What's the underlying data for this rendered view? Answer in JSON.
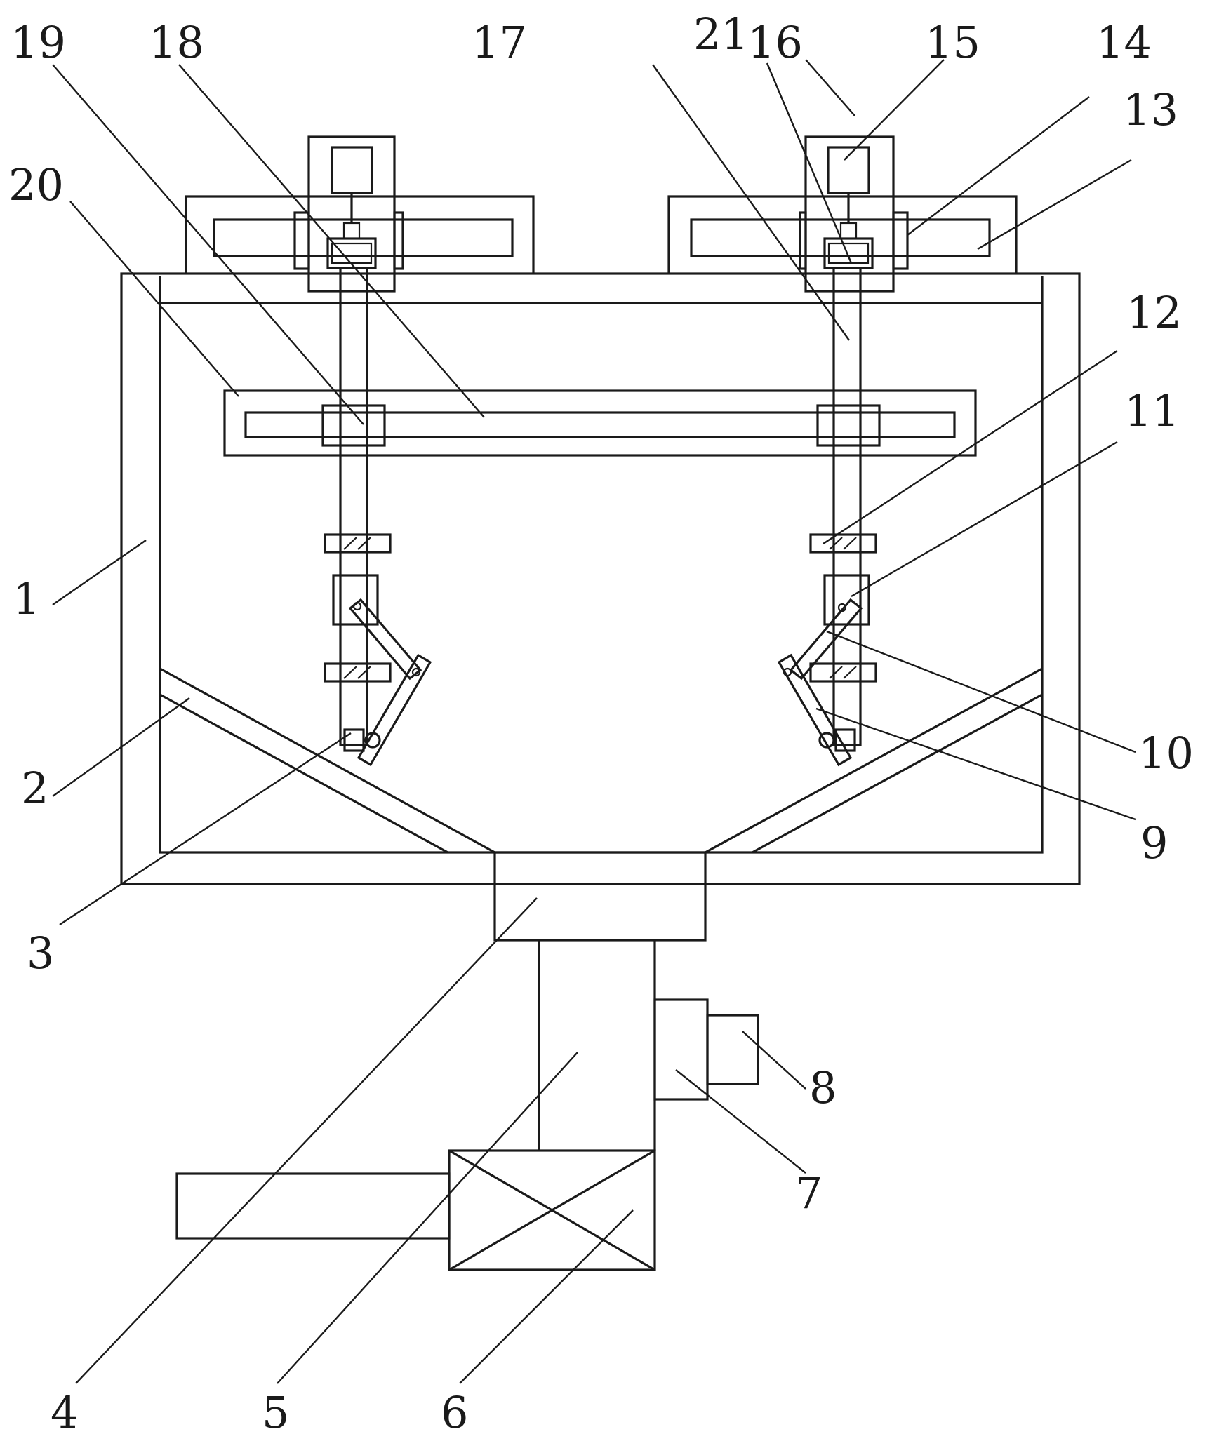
{
  "figure": {
    "description_free": true,
    "callouts": [
      {
        "id": "c1",
        "label": "1"
      },
      {
        "id": "c2",
        "label": "2"
      },
      {
        "id": "c3",
        "label": "3"
      },
      {
        "id": "c4",
        "label": "4"
      },
      {
        "id": "c5",
        "label": "5"
      },
      {
        "id": "c6",
        "label": "6"
      },
      {
        "id": "c7",
        "label": "7"
      },
      {
        "id": "c8",
        "label": "8"
      },
      {
        "id": "c9",
        "label": "9"
      },
      {
        "id": "c10",
        "label": "10"
      },
      {
        "id": "c11",
        "label": "11"
      },
      {
        "id": "c12",
        "label": "12"
      },
      {
        "id": "c13",
        "label": "13"
      },
      {
        "id": "c14",
        "label": "14"
      },
      {
        "id": "c15",
        "label": "15"
      },
      {
        "id": "c16",
        "label": "16"
      },
      {
        "id": "c17",
        "label": "17"
      },
      {
        "id": "c18",
        "label": "18"
      },
      {
        "id": "c19",
        "label": "19"
      },
      {
        "id": "c20",
        "label": "20"
      },
      {
        "id": "c21",
        "label": "21"
      }
    ],
    "colors": {
      "ink": "#1a1a1a",
      "paper": "#ffffff"
    }
  }
}
